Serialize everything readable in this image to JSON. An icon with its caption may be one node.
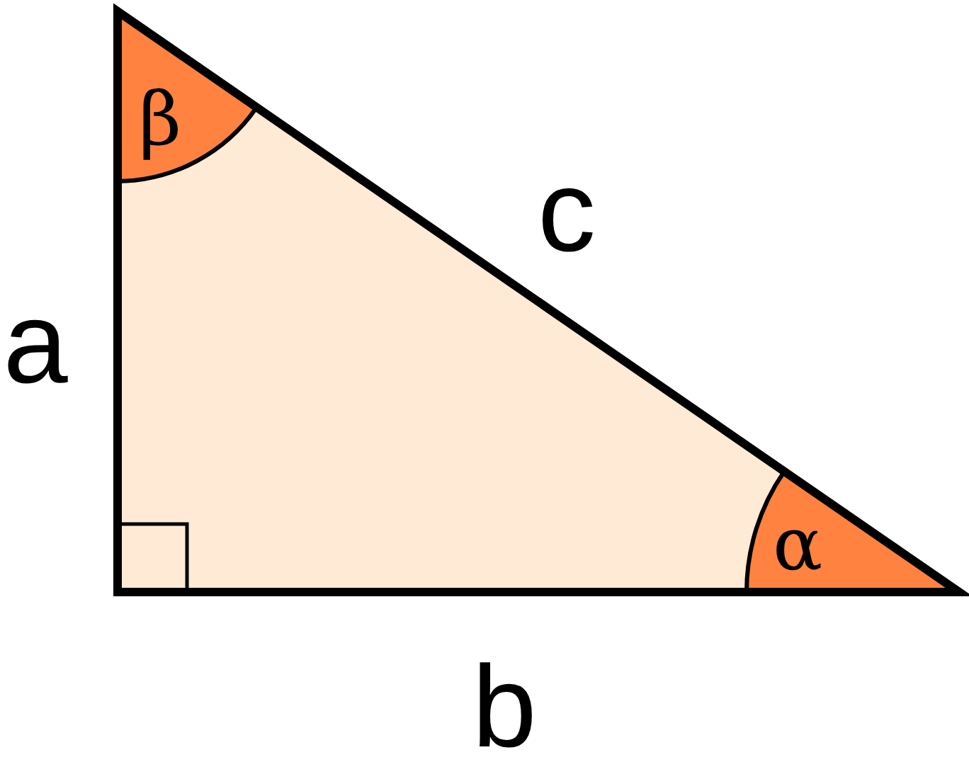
{
  "diagram": {
    "labels": [
      "a",
      "b",
      "c",
      "β",
      "α"
    ]
  }
}
